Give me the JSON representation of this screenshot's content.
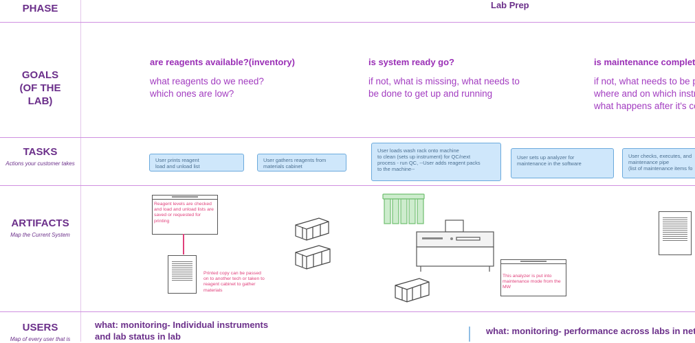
{
  "rows": {
    "phase": "PHASE",
    "goals": "GOALS (OF THE LAB)",
    "tasks": "TASKS",
    "tasks_sub": "Actions your customer takes",
    "artifacts": "ARTIFACTS",
    "artifacts_sub": "Map the Current System",
    "users": "USERS",
    "users_sub": "Map of every user that is"
  },
  "phase_title": "Lab Prep",
  "goals": [
    {
      "heading": "are reagents available?(inventory)",
      "line1": "what reagents do we need?",
      "line2": "which ones are low?"
    },
    {
      "heading": "is system ready go?",
      "line1": "if not, what is missing, what needs to",
      "line2": "be done to get up and running"
    },
    {
      "heading": "is maintenance complete",
      "line1": "if not, what needs to be p",
      "line2": "where and on which instru",
      "line3": "what happens after it's co"
    }
  ],
  "tasks": [
    {
      "l1": "User prints reagent",
      "l2": "load and unload list"
    },
    {
      "l1": "User gathers reagents from",
      "l2": "materials cabinet"
    },
    {
      "l1": "User loads wash rack onto machine",
      "l2": "to clean (sets up instrument) for QC/next",
      "l3": "process - run QC, --User adds reagent packs",
      "l4": "to the machine--"
    },
    {
      "l1": "User sets up analyzer for",
      "l2": "maintenance in the software"
    },
    {
      "l1": "User checks, executes, and",
      "l2": "maintenance pipe",
      "l3": "(list of maintenance items fo"
    }
  ],
  "artifacts": {
    "note1": "Reagent levels are checked and load and unload lists are saved or requested for printing",
    "note2": "Printed copy can be passed on to another tech or taken to reagent cabinet to gather materials",
    "note3": "This analyzer is put into maintenance mode from the MW"
  },
  "users": {
    "left_l1": "what: monitoring- Individual instruments",
    "left_l2": "and lab status in lab",
    "right": "what: monitoring- performance across labs in netw"
  },
  "colors": {
    "purple": "#6b2f8a",
    "task_fill": "#cfe7fb",
    "pink": "#e0407b",
    "green": "#7fc97f"
  }
}
